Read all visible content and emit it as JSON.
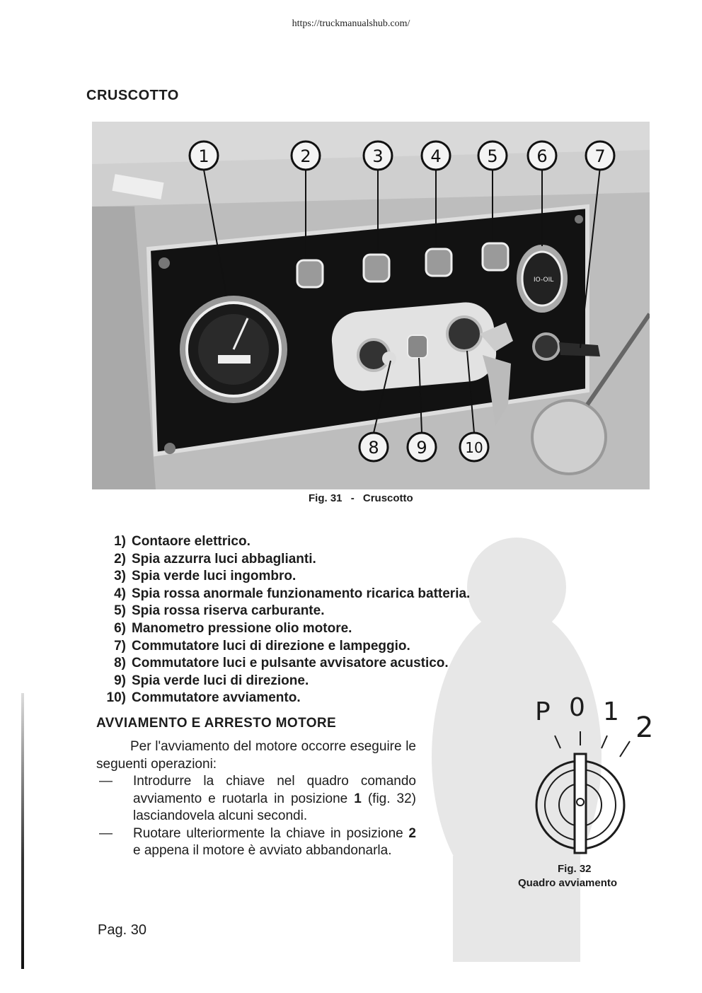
{
  "header": {
    "url": "https://truckmanualshub.com/"
  },
  "section1": {
    "title": "CRUSCOTTO"
  },
  "figure31": {
    "caption_number": "Fig.  31",
    "caption_sep": "-",
    "caption_title": "Cruscotto",
    "callouts": [
      "1",
      "2",
      "3",
      "4",
      "5",
      "6",
      "7",
      "8",
      "9",
      "10"
    ],
    "gauge_label": "IO-OIL"
  },
  "legend": [
    {
      "num": "1)",
      "text": "Contaore elettrico."
    },
    {
      "num": "2)",
      "text": "Spia azzurra luci abbaglianti."
    },
    {
      "num": "3)",
      "text": "Spia verde luci ingombro."
    },
    {
      "num": "4)",
      "text": "Spia rossa anormale funzionamento ricarica batteria."
    },
    {
      "num": "5)",
      "text": "Spia rossa riserva carburante."
    },
    {
      "num": "6)",
      "text": "Manometro pressione olio motore."
    },
    {
      "num": "7)",
      "text": "Commutatore luci di direzione e lampeggio."
    },
    {
      "num": "8)",
      "text": "Commutatore luci e pulsante avvisatore acustico."
    },
    {
      "num": "9)",
      "text": "Spia verde luci di direzione."
    },
    {
      "num": "10)",
      "text": "Commutatore avviamento."
    }
  ],
  "section2": {
    "title": "AVVIAMENTO E ARRESTO MOTORE",
    "intro": "Per l'avviamento del motore occorre eseguire le seguenti operazioni:",
    "step1": {
      "dash": "—",
      "a": "Introdurre la chiave nel quadro comando avviamento e ruotarla in posizione ",
      "b": "1",
      "c": " (fig. 32) lasciandovela alcuni secondi."
    },
    "step2": {
      "dash": "—",
      "a": "Ruotare ulteriormente la chiave in posizione ",
      "b": "2",
      "c": " e appena il motore è avviato abbandonarla."
    }
  },
  "figure32": {
    "positions": [
      "P",
      "0",
      "1",
      "2"
    ],
    "caption_number": "Fig. 32",
    "caption_title": "Quadro avviamento"
  },
  "footer": {
    "page": "Pag. 30"
  }
}
